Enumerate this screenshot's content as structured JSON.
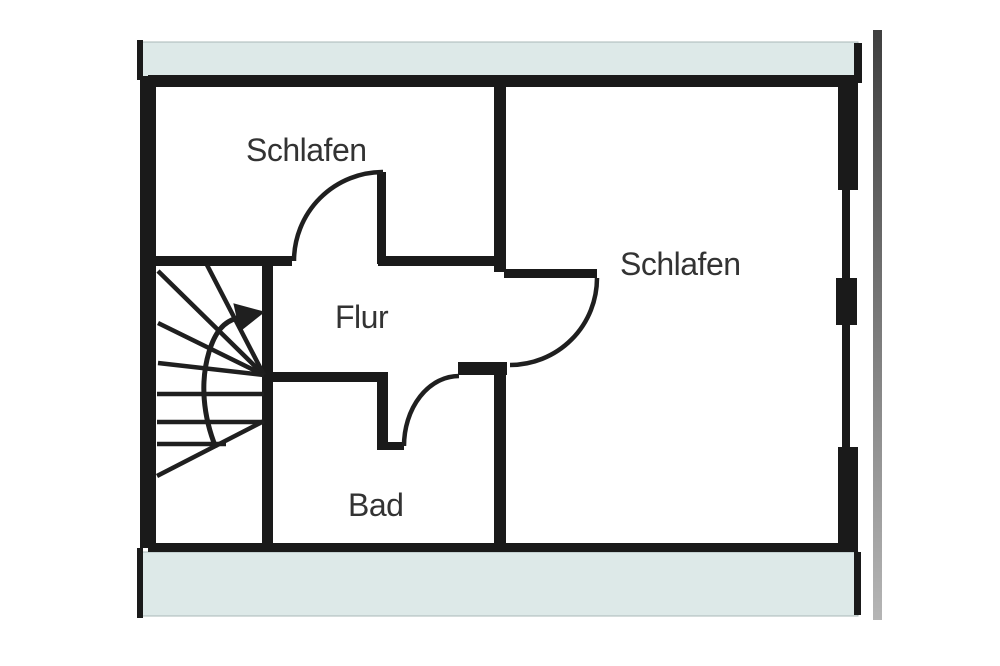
{
  "floorplan": {
    "drawing_type": "upper-floor plan",
    "rooms": {
      "schlafen_top": {
        "label": "Schlafen"
      },
      "schlafen_right": {
        "label": "Schlafen"
      },
      "flur": {
        "label": "Flur"
      },
      "bad": {
        "label": "Bad"
      }
    },
    "features": [
      "winder-staircase",
      "stair-direction-arrow",
      "door-arc-schlafen-top",
      "door-arc-schlafen-right",
      "door-arc-bad",
      "window-east-upper",
      "window-east-lower"
    ],
    "colors": {
      "wall": "#1a1a1a",
      "line": "#1f1f1f",
      "band": "#dde9e8",
      "band_edge": "#a9b8b7",
      "label_text": "#333333",
      "background": "#ffffff",
      "edge_strip_top": "#3f3f3f",
      "edge_strip_bottom": "#b5b5b5"
    }
  }
}
